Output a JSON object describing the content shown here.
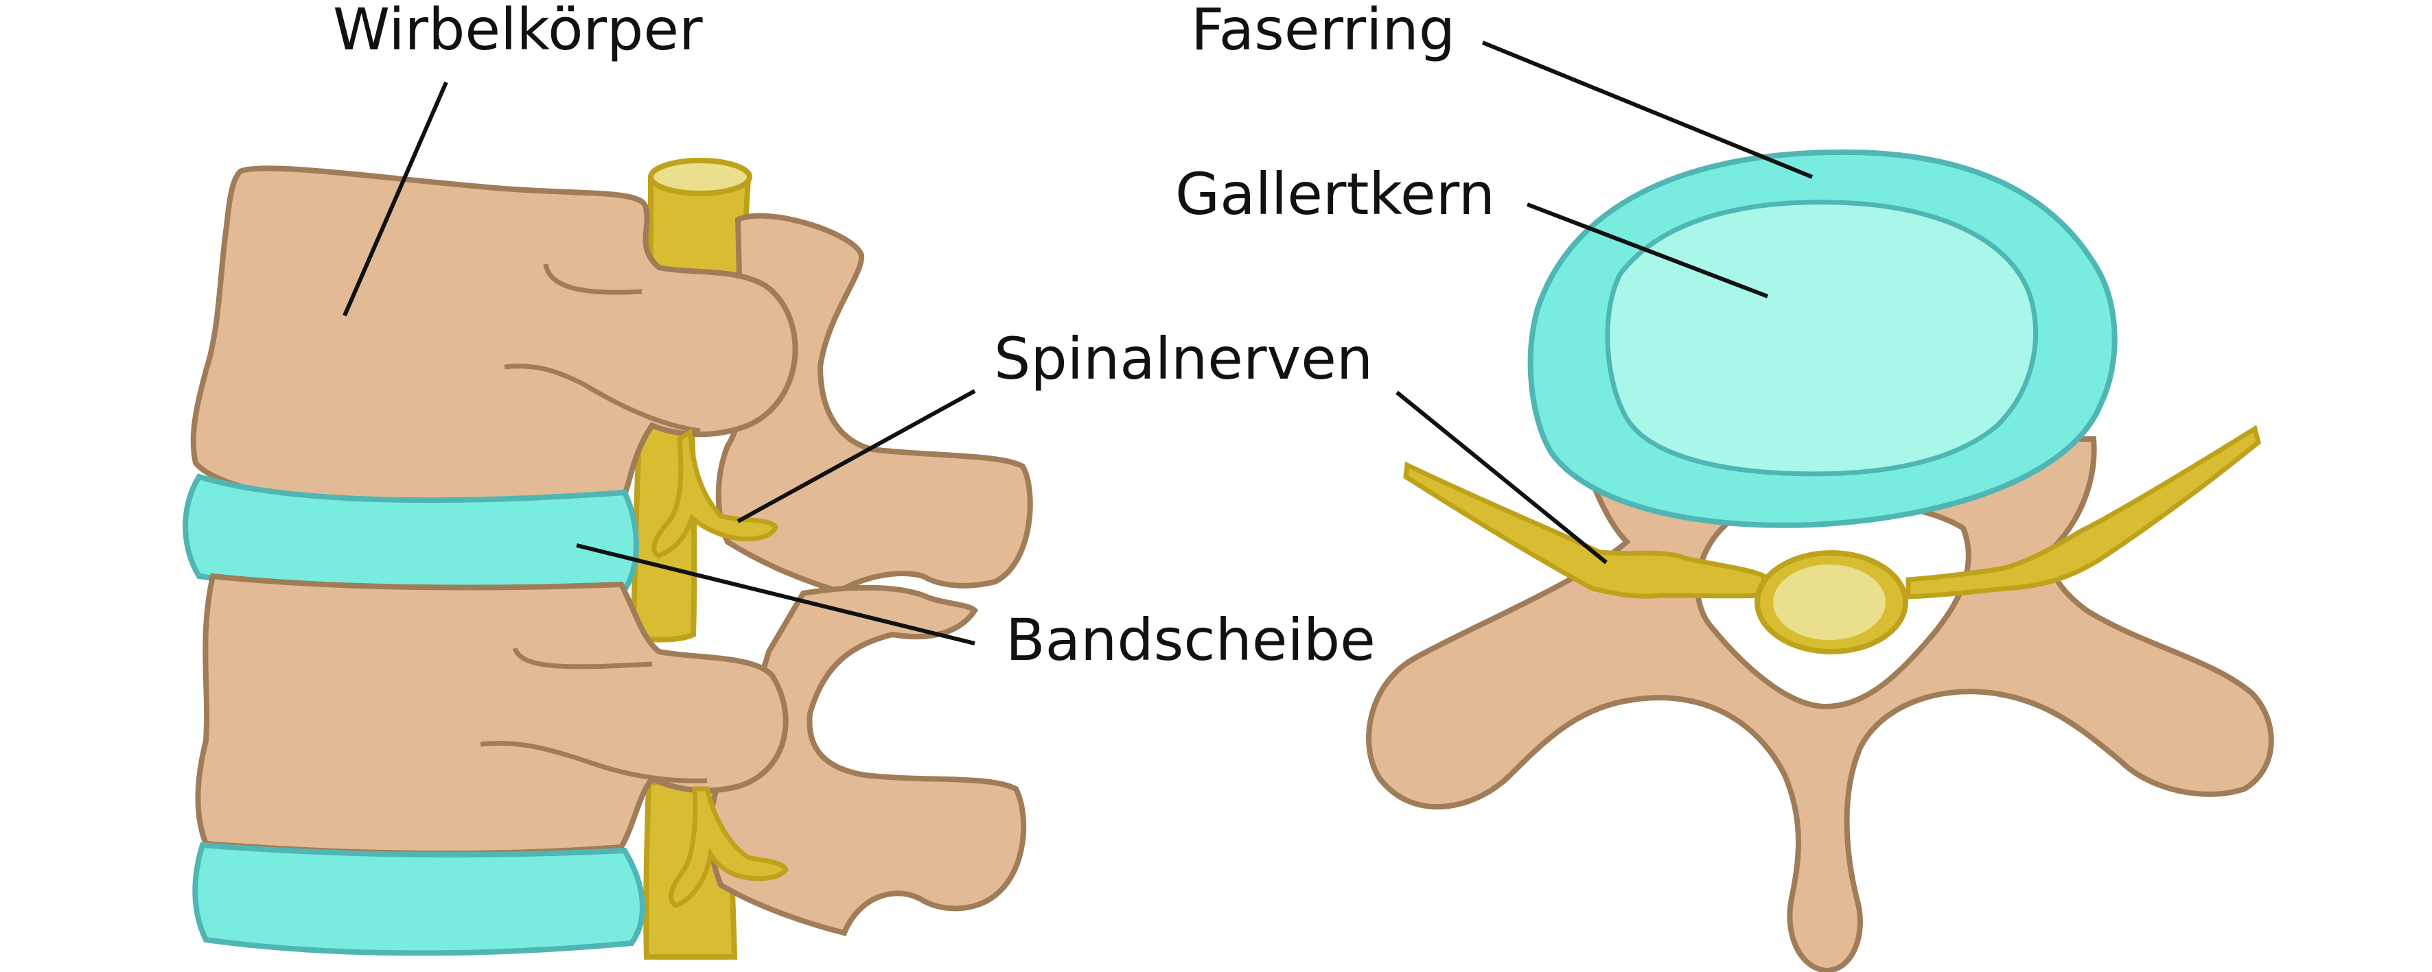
{
  "labels": {
    "vertebral_body": "Wirbelkörper",
    "annulus": "Faserring",
    "nucleus": "Gallertkern",
    "spinal_nerves": "Spinalnerven",
    "disc": "Bandscheibe"
  },
  "colors": {
    "bone_fill": "#e2bb96",
    "bone_stroke": "#a07c58",
    "disc_fill": "#79ece0",
    "disc_stroke": "#4fb6b4",
    "nucleus_fill": "#a9f7e8",
    "nerve_fill": "#d8bd32",
    "nerve_light": "#eadf8c",
    "nerve_stroke": "#bfa21c",
    "leader_line": "#111111"
  }
}
